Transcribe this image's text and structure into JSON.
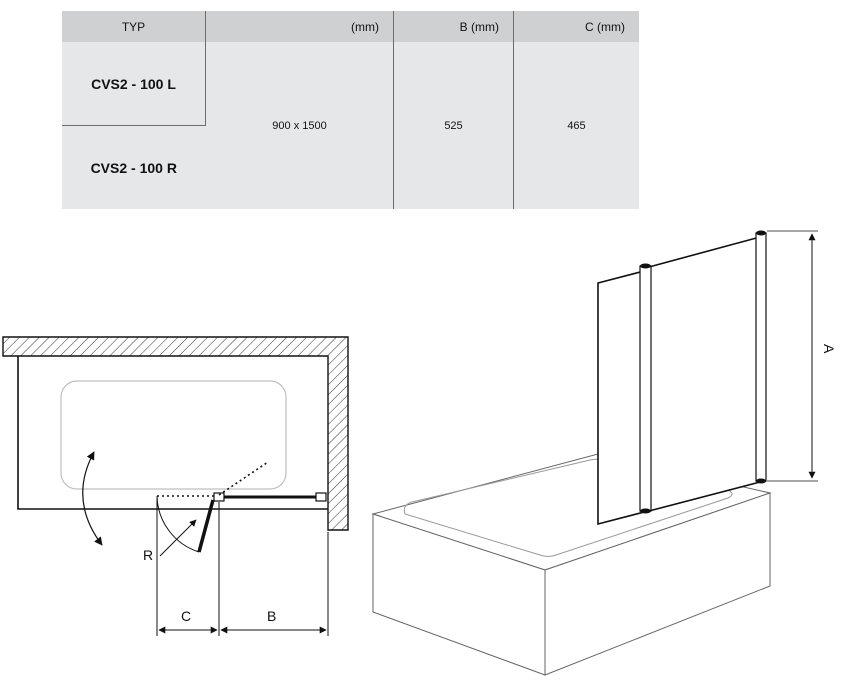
{
  "table": {
    "headers": [
      "TYP",
      "(mm)",
      "B (mm)",
      "C (mm)"
    ],
    "models": [
      "CVS2 - 100 L",
      "CVS2 - 100 R"
    ],
    "size": "900 x 1500",
    "b": "525",
    "c": "465"
  },
  "labels": {
    "r": "R",
    "c": "C",
    "b": "B",
    "a": "A"
  }
}
